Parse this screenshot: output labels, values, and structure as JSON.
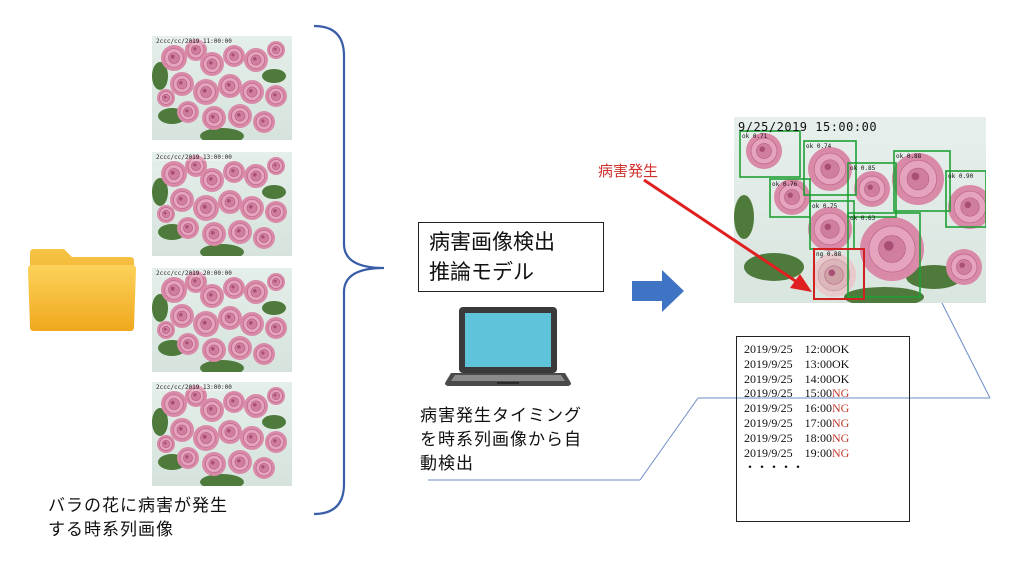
{
  "photos": {
    "timestamps": [
      "2ccc/cc/2019 11:00:00",
      "2ccc/cc/2019 13:00:00",
      "2ccc/cc/2019 20:00:00",
      "2ccc/cc/2019 13:00:00"
    ],
    "caption_line1": "バラの花に病害が発生",
    "caption_line2": "する時系列画像"
  },
  "model": {
    "title_line1": "病害画像検出",
    "title_line2": "推論モデル"
  },
  "laptop_caption": {
    "line1": "病害発生タイミング",
    "line2": "を時系列画像から自",
    "line3": "動検出"
  },
  "detection": {
    "timestamp": "9/25/2019 15:00:00",
    "callout": "病害発生",
    "box_labels": [
      "ok 0.71",
      "ok 0.74",
      "ok 0.76",
      "ok 0.85",
      "ok 0.88",
      "ok 0.90",
      "ok 0.75",
      "ok 0.63",
      "ng 0.88"
    ]
  },
  "log": {
    "rows": [
      {
        "date": "2019/9/25",
        "time": "12:00",
        "status": "OK"
      },
      {
        "date": "2019/9/25",
        "time": "13:00",
        "status": "OK"
      },
      {
        "date": "2019/9/25",
        "time": "14:00",
        "status": "OK"
      },
      {
        "date": "2019/9/25",
        "time": "15:00",
        "status": "NG"
      },
      {
        "date": "2019/9/25",
        "time": "16:00",
        "status": "NG"
      },
      {
        "date": "2019/9/25",
        "time": "17:00",
        "status": "NG"
      },
      {
        "date": "2019/9/25",
        "time": "18:00",
        "status": "NG"
      },
      {
        "date": "2019/9/25",
        "time": "19:00",
        "status": "NG"
      }
    ],
    "ellipsis": "・・・・・"
  },
  "colors": {
    "bracket": "#3a5da8",
    "arrow": "#3f73c4",
    "callout_red": "#d0312d",
    "ng_red": "#c0392b",
    "box_green": "#1fa035",
    "box_red": "#d02020",
    "folder": "#f5b731"
  }
}
